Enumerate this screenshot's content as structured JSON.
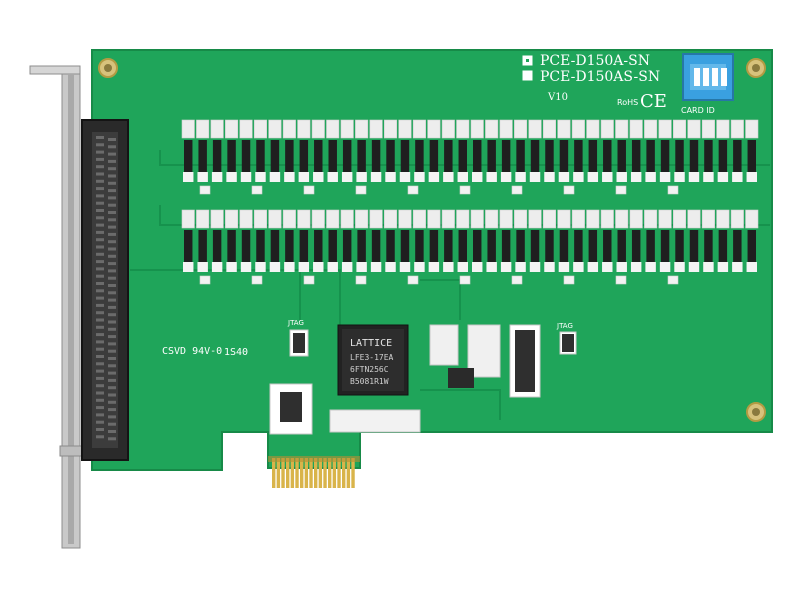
{
  "board": {
    "models": [
      {
        "label": "PCE-D150A-SN",
        "marker": "filled"
      },
      {
        "label": "PCE-D150AS-SN",
        "marker": "empty"
      }
    ],
    "version": "V10",
    "rohs_mark": "RoHS",
    "ce_mark": "CE",
    "card_id_label": "CARD ID",
    "silkscreen_code": "CSVD 94V-0",
    "silkscreen_code2": "1S40",
    "jtag_label_left": "JTAG",
    "jtag_label_right": "JTAG",
    "chip": {
      "brand": "LATTICE",
      "line1": "LFE3-17EA",
      "line2": "6FTN256C",
      "line3": "B5081R1W"
    }
  },
  "colors": {
    "pcb": "#1fa55a",
    "pcb_dark": "#178a48",
    "bracket": "#bfbfbf",
    "connector": "#2a2a2a",
    "gold": "#d9b44a",
    "switch_blue": "#3aa0e0"
  },
  "relay_banks": {
    "columns": 40,
    "rows": 2
  }
}
